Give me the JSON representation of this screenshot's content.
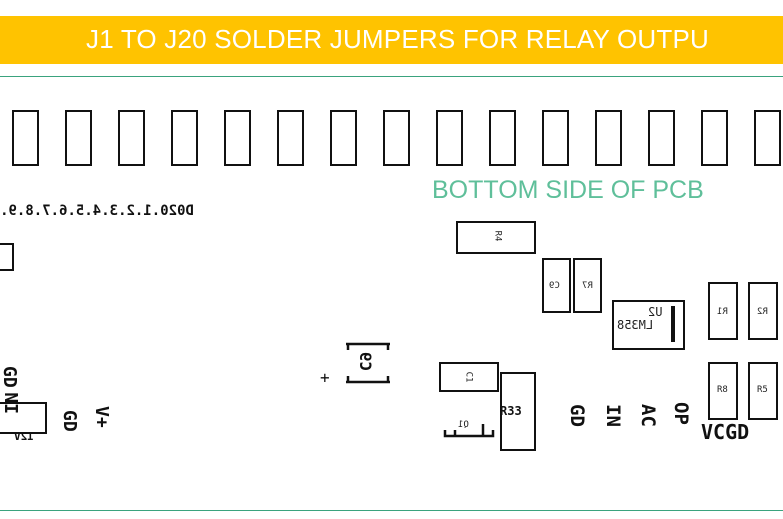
{
  "banner": {
    "text": "J1 TO J20 SOLDER JUMPERS  FOR RELAY OUTPU"
  },
  "pcb_title": "BOTTOM SIDE OF PCB",
  "jumper_row_label": "D020.1.2.3.4.5.6.7.8.9.",
  "jumper_count": 15,
  "components": {
    "r4": "R4",
    "c9": "C9",
    "r7": "R7",
    "u2": "U2",
    "lm358": "LM358",
    "r1": "R1",
    "r2": "R2",
    "c1": "C1",
    "r33": "R33",
    "q1": "Q1",
    "r8": "R8",
    "r5": "R5",
    "c6": "C6"
  },
  "pins": {
    "gd": "GD",
    "in": "IN",
    "ac": "AC",
    "op": "OP",
    "vcgd": "VCGD",
    "gd_left": "GD",
    "in_left": "IN",
    "gd2": "GD",
    "vplus": "V+",
    "v12": "12V",
    "plus": "+"
  },
  "colors": {
    "banner": "#ffc300",
    "title": "#5fbf9a",
    "line": "#3aa37e",
    "ink": "#111111"
  }
}
